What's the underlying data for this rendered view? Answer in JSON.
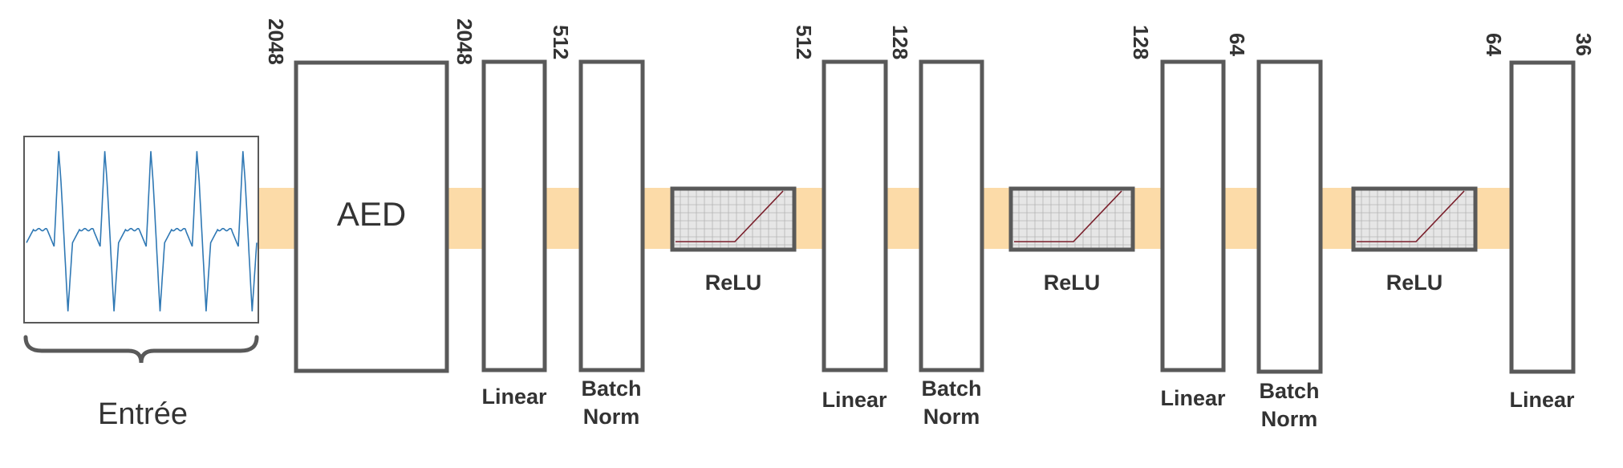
{
  "colors": {
    "box_stroke": "#595959",
    "band": "#fcdba8",
    "signal": "#2f78b4",
    "relu_bg": "#e6e6e6",
    "relu_line": "#7a1f2b",
    "text": "#333333"
  },
  "input": {
    "label": "Entrée"
  },
  "aed": {
    "label": "AED"
  },
  "dims": [
    "2048",
    "2048",
    "512",
    "512",
    "128",
    "128",
    "64",
    "64",
    "36"
  ],
  "layers": [
    {
      "id": "linear-1",
      "label": "Linear"
    },
    {
      "id": "batchnorm-1",
      "label_line1": "Batch",
      "label_line2": "Norm"
    },
    {
      "id": "relu-1",
      "label": "ReLU"
    },
    {
      "id": "linear-2",
      "label": "Linear"
    },
    {
      "id": "batchnorm-2",
      "label_line1": "Batch",
      "label_line2": "Norm"
    },
    {
      "id": "relu-2",
      "label": "ReLU"
    },
    {
      "id": "linear-3",
      "label": "Linear"
    },
    {
      "id": "batchnorm-3",
      "label_line1": "Batch",
      "label_line2": "Norm"
    },
    {
      "id": "relu-3",
      "label": "ReLU"
    },
    {
      "id": "linear-4",
      "label": "Linear"
    }
  ]
}
